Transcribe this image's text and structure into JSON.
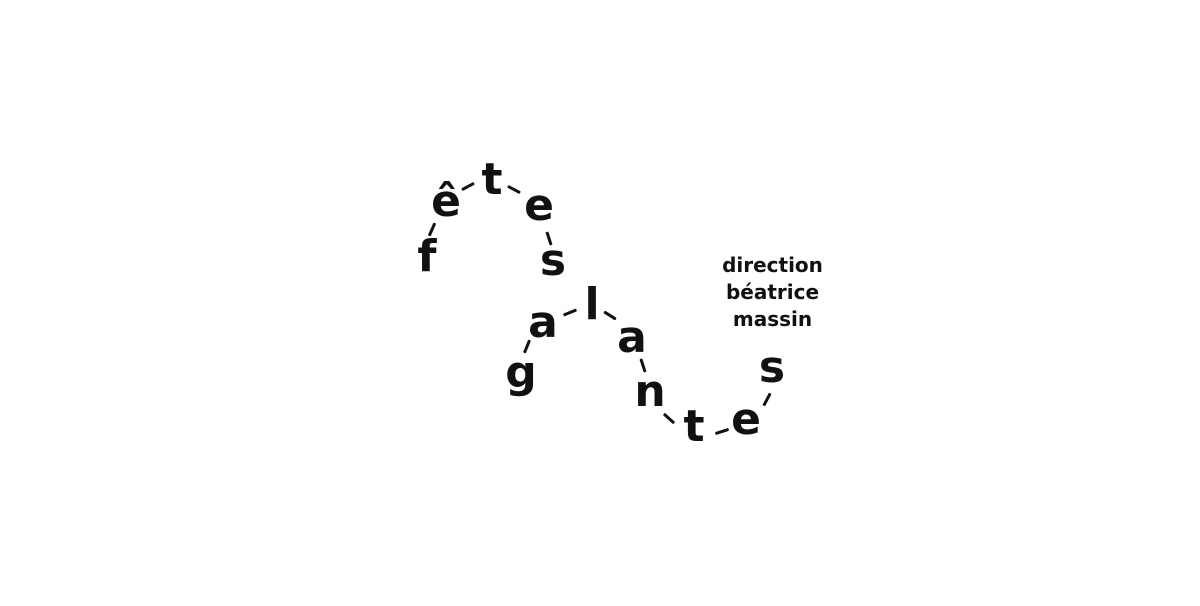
{
  "logo": {
    "letters": [
      "f",
      "ê",
      "t",
      "e",
      "s",
      "g",
      "a",
      "l",
      "a",
      "n",
      "t",
      "e",
      "s"
    ]
  },
  "credit": {
    "line1": "direction",
    "line2": "béatrice",
    "line3": "massin"
  },
  "colors": {
    "background": "#ffffff",
    "ink": "#111111"
  }
}
